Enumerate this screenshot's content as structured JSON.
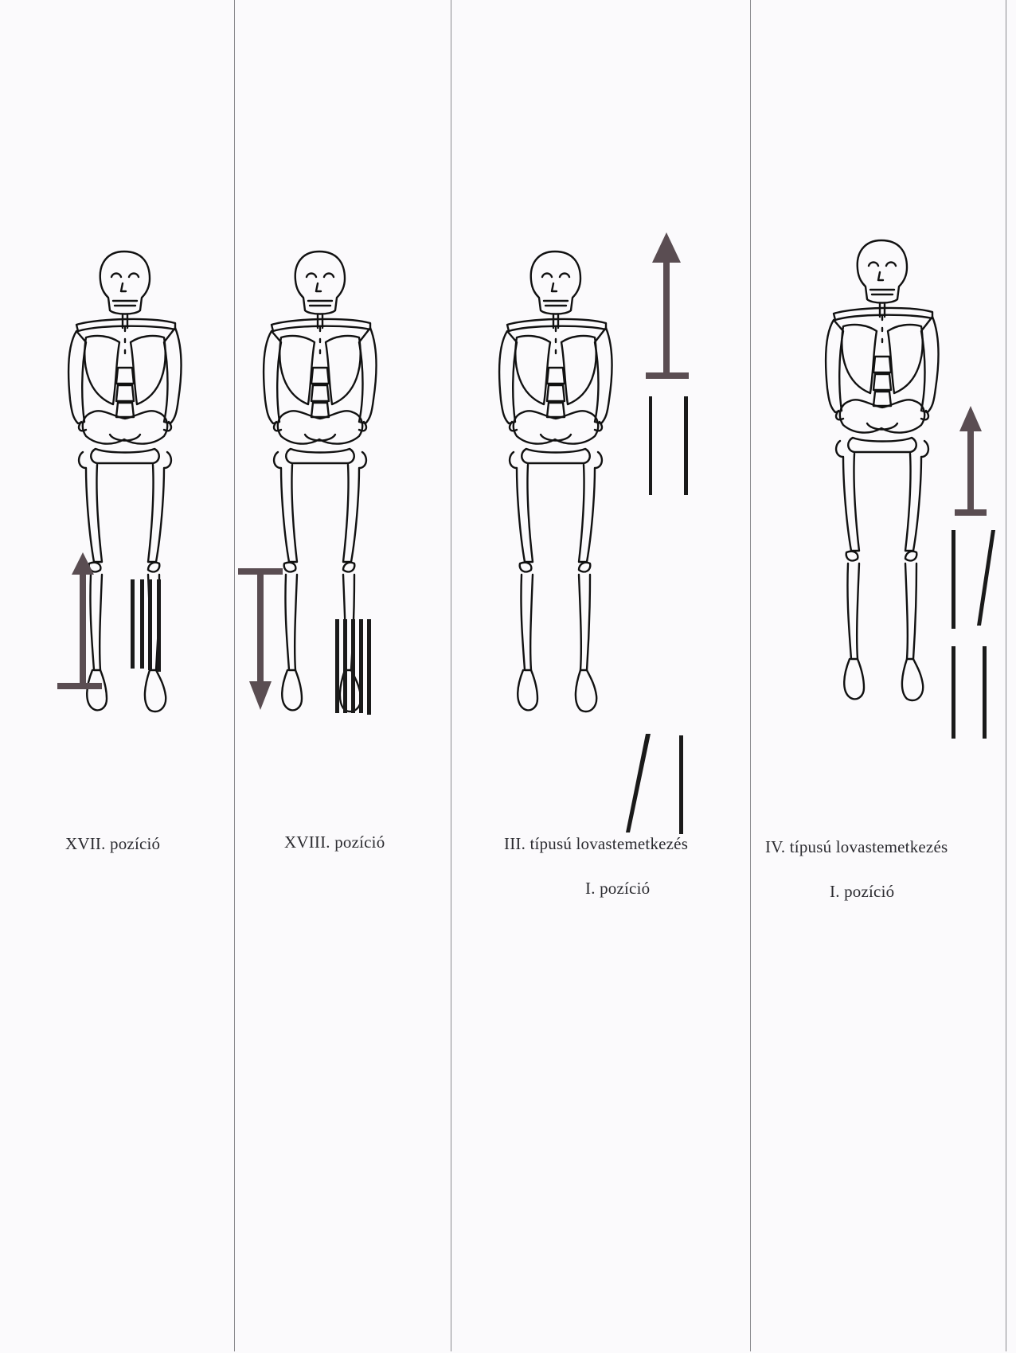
{
  "panels": [
    {
      "caption_line1": "XVII. pozíció",
      "caption_line2": ""
    },
    {
      "caption_line1": "XVIII. pozíció",
      "caption_line2": ""
    },
    {
      "caption_line1": "III. típusú lovastemetkezés",
      "caption_line2": "I. pozíció"
    },
    {
      "caption_line1": "IV. típusú lovastemetkezés",
      "caption_line2": "I. pozíció"
    }
  ],
  "colors": {
    "ink": "#111111",
    "arrow": "#5a4d52",
    "divider": "#8a8a8e",
    "paper": "#fbfafc"
  },
  "icons": [
    "human-skeleton",
    "direction-arrow-up",
    "direction-arrow-down",
    "horse-bone-bars"
  ]
}
